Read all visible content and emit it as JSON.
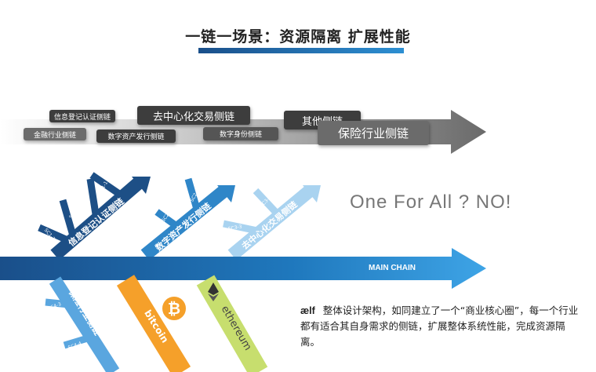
{
  "header": {
    "title": "一链一场景：资源隔离 扩展性能"
  },
  "top_chain": {
    "tags": [
      {
        "label": "信息登记认证侧链"
      },
      {
        "label": "金融行业侧链"
      },
      {
        "label": "数字资产发行侧链"
      },
      {
        "label": "去中心化交易侧链"
      },
      {
        "label": "数字身份侧链"
      },
      {
        "label": "其他侧链"
      },
      {
        "label": "保险行业侧链"
      }
    ]
  },
  "slogan": "One For All ?  NO!",
  "main_chain": {
    "label": "MAIN CHAIN"
  },
  "branches": [
    {
      "label": "信息登记认证侧链",
      "sc": [
        "SC1-1",
        "SC1-2",
        "SC1-3",
        "SC1-4"
      ]
    },
    {
      "label": "数字资产发行侧链",
      "sc": [
        "SC2-4",
        "SC2-3"
      ]
    },
    {
      "label": "去中心化交易侧链",
      "sc": [
        "SC3-4",
        "SC3-3"
      ]
    },
    {
      "label": "保险行业侧链",
      "sc": [
        "SC4-3",
        "SC4-4"
      ]
    },
    {
      "label": "bitcoin"
    },
    {
      "label": "ethereum"
    }
  ],
  "description": {
    "brand": "ælf",
    "text": "整体设计架构，如同建立了一个“商业核心圈”，每一个行业都有适合其自身需求的侧链，扩展整体系统性能，完成资源隔离。"
  },
  "colors": {
    "main_chain": "#1a6fae",
    "branch_dark": "#1d4f86",
    "branch_mid": "#2f86c8",
    "branch_light": "#a9d3f0",
    "bitcoin": "#f5a02a",
    "ethereum": "#c7de6e",
    "tag_dark": "#3d3d3d",
    "tag_mid": "#6b6b6b"
  }
}
